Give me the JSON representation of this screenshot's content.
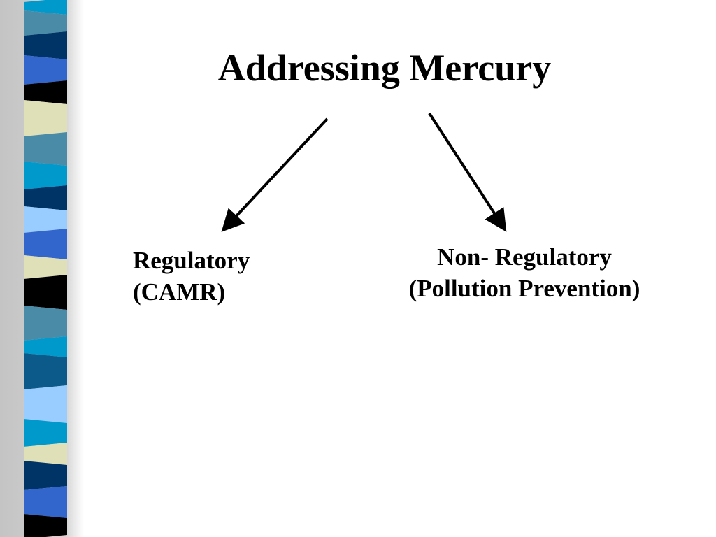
{
  "title": "Addressing Mercury",
  "branches": [
    {
      "line1": "Regulatory",
      "line2": "(CAMR)"
    },
    {
      "line1": "Non- Regulatory",
      "line2": "(Pollution Prevention)"
    }
  ],
  "colors": {
    "text": "#000000",
    "background": "#ffffff",
    "stripe_palette": [
      "#0099cc",
      "#4a8ca8",
      "#003366",
      "#3366cc",
      "#000000",
      "#e0e0b8",
      "#99ccff",
      "#0c5a8a"
    ]
  }
}
